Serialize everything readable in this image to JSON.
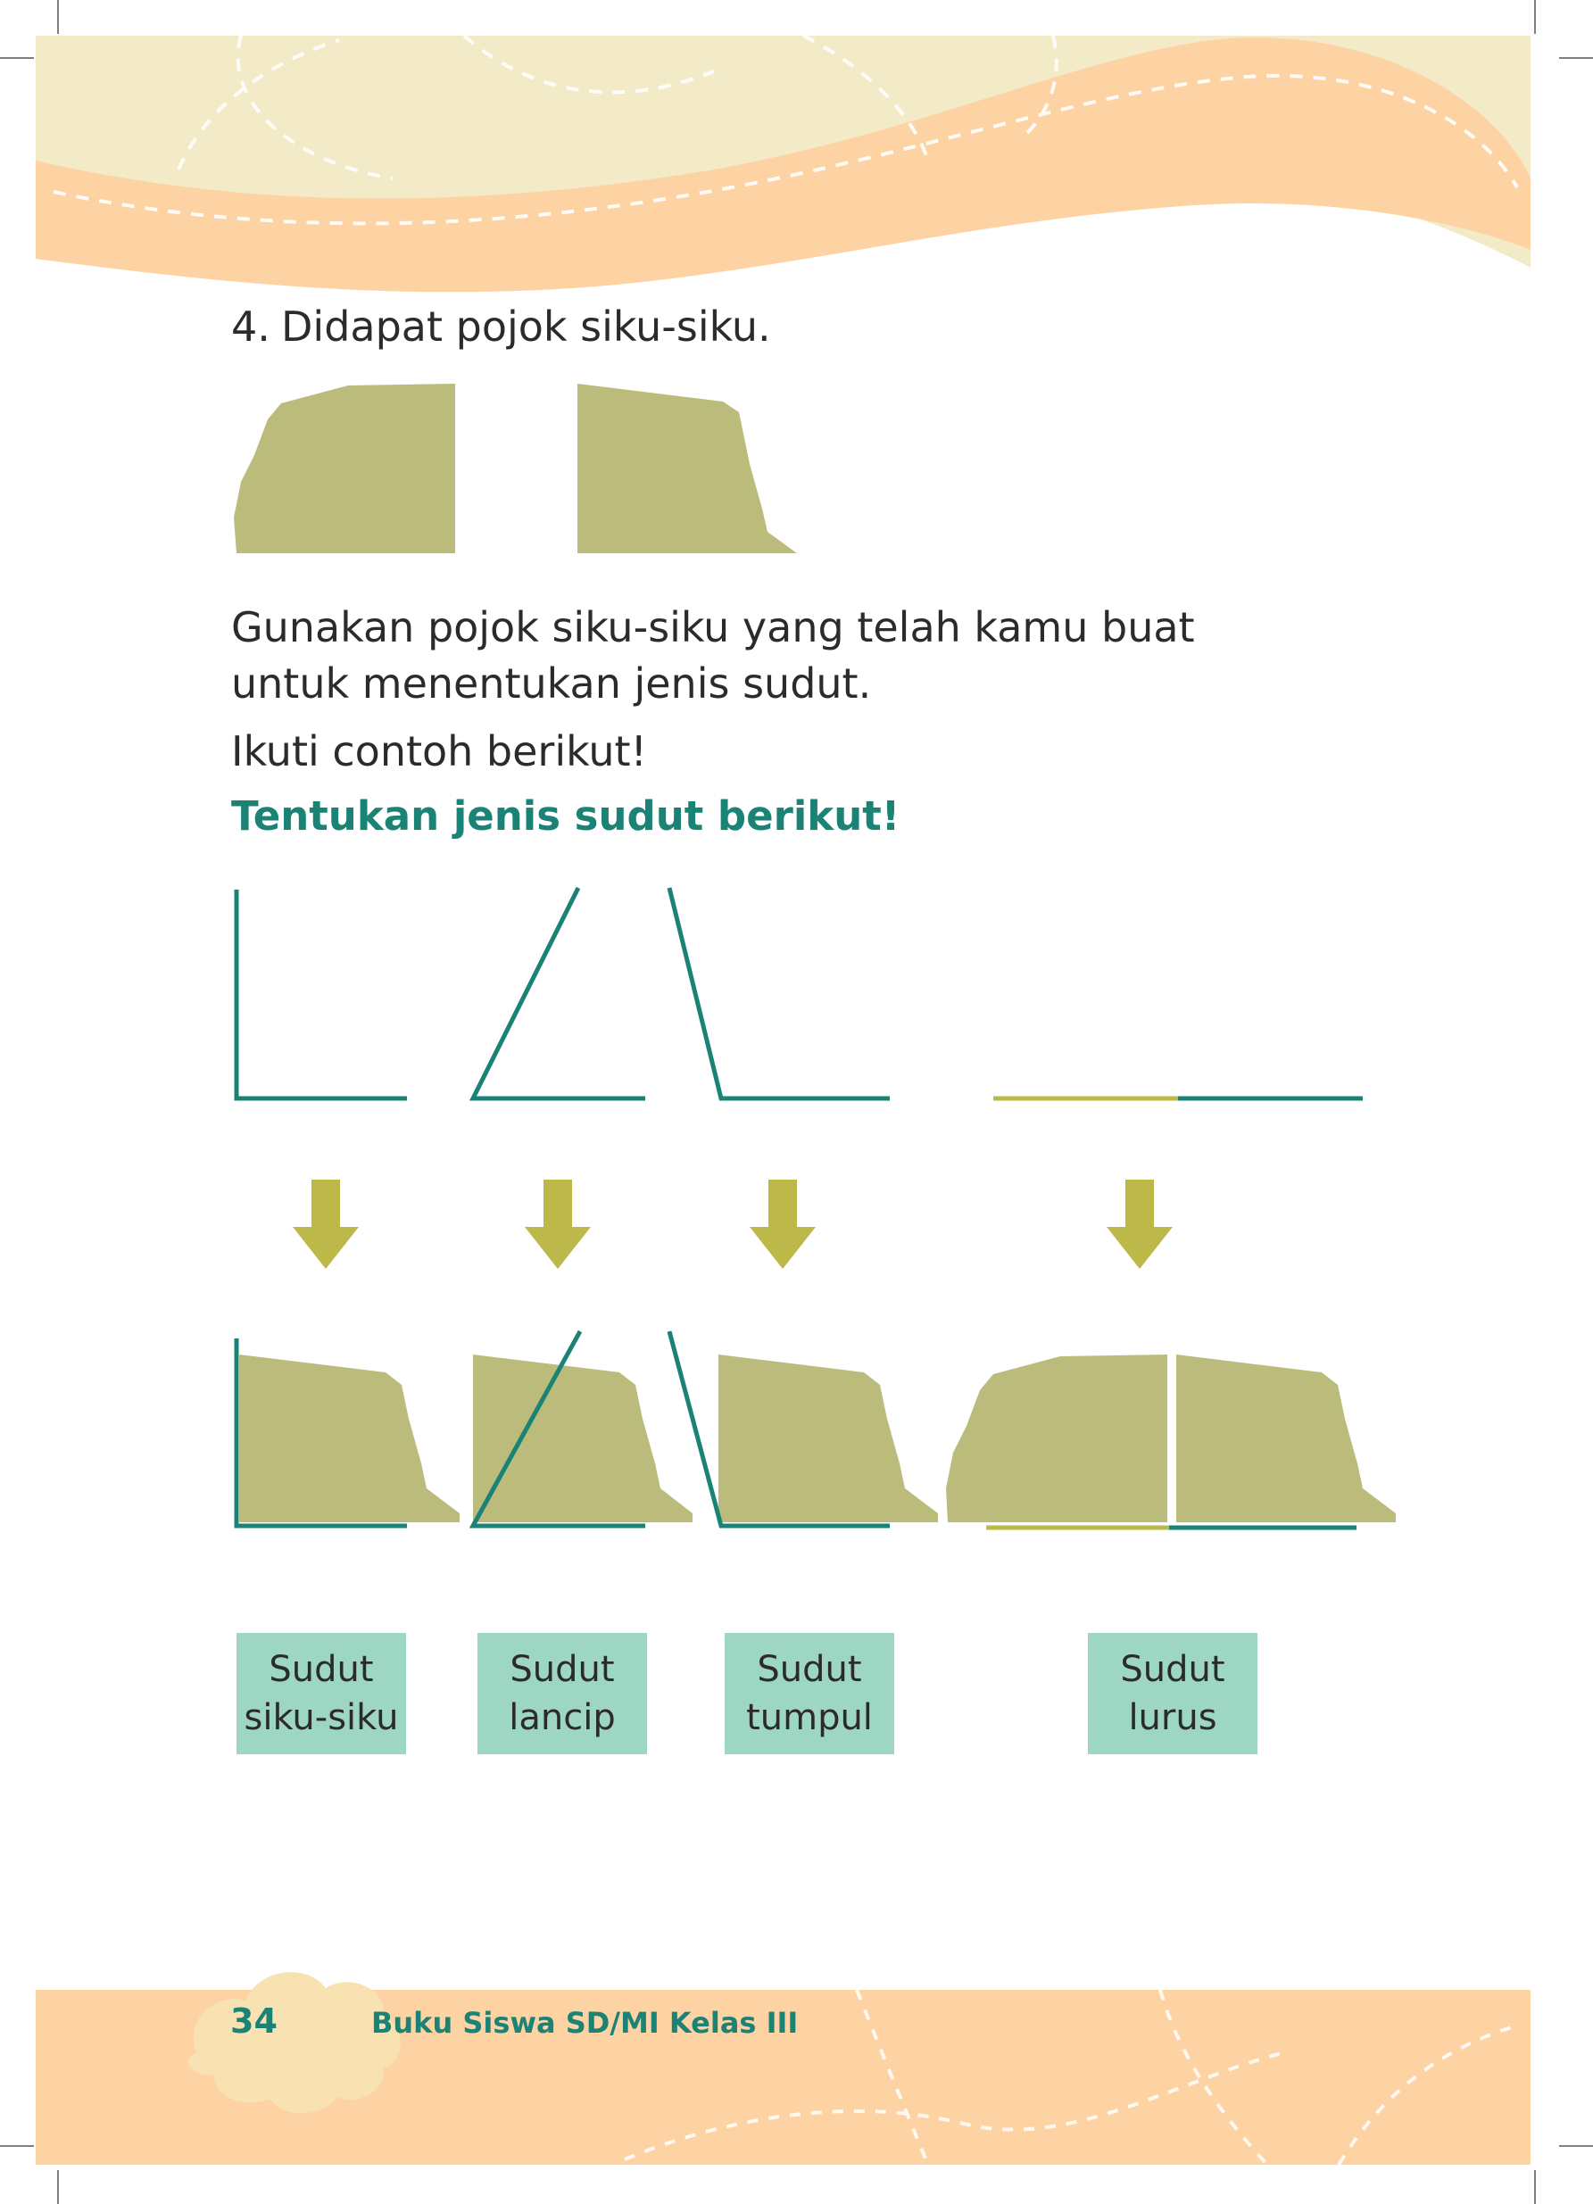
{
  "step": {
    "number": "4.",
    "text": "Didapat pojok siku-siku."
  },
  "instructions": [
    "Gunakan pojok siku-siku yang telah kamu buat",
    "untuk menentukan jenis sudut.",
    "Ikuti contoh berikut!"
  ],
  "heading": "Tentukan jenis sudut berikut!",
  "angle_labels": [
    {
      "line1": "Sudut",
      "line2": "siku-siku"
    },
    {
      "line1": "Sudut",
      "line2": "lancip"
    },
    {
      "line1": "Sudut",
      "line2": "tumpul"
    },
    {
      "line1": "Sudut",
      "line2": "lurus"
    }
  ],
  "footer": {
    "page_number": "34",
    "book_title": "Buku Siswa SD/MI Kelas III"
  },
  "colors": {
    "teal": "#1b8276",
    "olive_paper": "#bbbb7b",
    "arrow": "#bdb84a",
    "label_bg": "#9dd6c3",
    "header_cream": "#f3eac8",
    "peach": "#fdd3a4"
  }
}
